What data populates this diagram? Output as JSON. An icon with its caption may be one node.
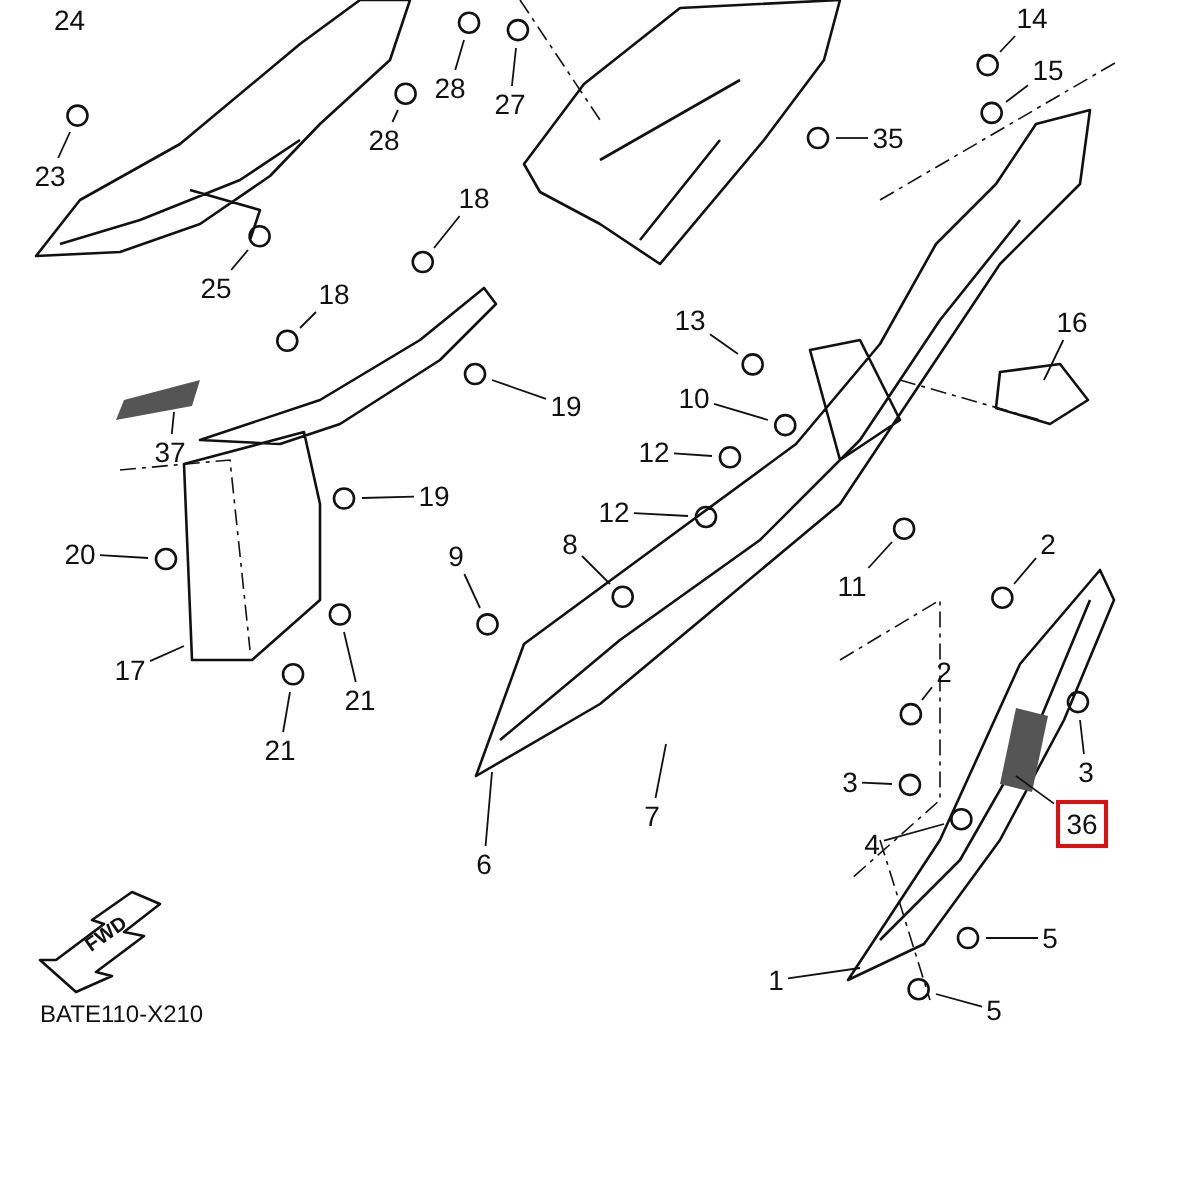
{
  "diagram": {
    "nodes": [
      {
        "text": [
          "1"
        ]
      },
      {
        "text": [
          "2"
        ]
      },
      {
        "text": [
          "2"
        ]
      },
      {
        "text": [
          "3"
        ]
      },
      {
        "text": [
          "3"
        ]
      },
      {
        "text": [
          "4"
        ]
      },
      {
        "text": [
          "5"
        ]
      },
      {
        "text": [
          "5"
        ]
      },
      {
        "text": [
          "6"
        ]
      },
      {
        "text": [
          "7"
        ]
      },
      {
        "text": [
          "8"
        ]
      },
      {
        "text": [
          "9"
        ]
      },
      {
        "text": [
          "10"
        ]
      },
      {
        "text": [
          "11"
        ]
      },
      {
        "text": [
          "12"
        ]
      },
      {
        "text": [
          "12"
        ]
      },
      {
        "text": [
          "13"
        ]
      },
      {
        "text": [
          "14"
        ]
      },
      {
        "text": [
          "15"
        ]
      },
      {
        "text": [
          "16"
        ]
      },
      {
        "text": [
          "17"
        ]
      },
      {
        "text": [
          "18"
        ]
      },
      {
        "text": [
          "18"
        ]
      },
      {
        "text": [
          "19"
        ]
      },
      {
        "text": [
          "19"
        ]
      },
      {
        "text": [
          "20"
        ]
      },
      {
        "text": [
          "21"
        ]
      },
      {
        "text": [
          "21"
        ]
      },
      {
        "text": [
          "23"
        ]
      },
      {
        "text": [
          "25"
        ]
      },
      {
        "text": [
          "27"
        ]
      },
      {
        "text": [
          "28"
        ]
      },
      {
        "text": [
          "28"
        ]
      },
      {
        "text": [
          "35"
        ]
      },
      {
        "text": [
          "36"
        ]
      },
      {
        "text": [
          "37"
        ]
      }
    ],
    "edges": [
      {
        "from": 0,
        "to": null,
        "arrow": "none"
      },
      {
        "from": 1,
        "to": null,
        "arrow": "none"
      },
      {
        "from": 2,
        "to": null,
        "arrow": "none"
      },
      {
        "from": 3,
        "to": null,
        "arrow": "none"
      },
      {
        "from": 4,
        "to": null,
        "arrow": "none"
      },
      {
        "from": 5,
        "to": null,
        "arrow": "none"
      },
      {
        "from": 6,
        "to": null,
        "arrow": "none"
      },
      {
        "from": 7,
        "to": null,
        "arrow": "none"
      },
      {
        "from": 8,
        "to": null,
        "arrow": "none"
      },
      {
        "from": 9,
        "to": null,
        "arrow": "none"
      },
      {
        "from": 10,
        "to": null,
        "arrow": "none"
      },
      {
        "from": 11,
        "to": null,
        "arrow": "none"
      },
      {
        "from": 12,
        "to": null,
        "arrow": "none"
      },
      {
        "from": 13,
        "to": null,
        "arrow": "none"
      },
      {
        "from": 14,
        "to": null,
        "arrow": "none"
      },
      {
        "from": 15,
        "to": null,
        "arrow": "none"
      },
      {
        "from": 16,
        "to": null,
        "arrow": "none"
      },
      {
        "from": 17,
        "to": null,
        "arrow": "none"
      },
      {
        "from": 18,
        "to": null,
        "arrow": "none"
      },
      {
        "from": 19,
        "to": null,
        "arrow": "none"
      },
      {
        "from": 20,
        "to": null,
        "arrow": "none"
      },
      {
        "from": 21,
        "to": null,
        "arrow": "none"
      },
      {
        "from": 22,
        "to": null,
        "arrow": "none"
      },
      {
        "from": 23,
        "to": null,
        "arrow": "none"
      },
      {
        "from": 24,
        "to": null,
        "arrow": "none"
      },
      {
        "from": 25,
        "to": null,
        "arrow": "none"
      },
      {
        "from": 26,
        "to": null,
        "arrow": "none"
      },
      {
        "from": 27,
        "to": null,
        "arrow": "none"
      },
      {
        "from": 28,
        "to": null,
        "arrow": "none"
      },
      {
        "from": 29,
        "to": null,
        "arrow": "none"
      },
      {
        "from": 30,
        "to": null,
        "arrow": "none"
      },
      {
        "from": 31,
        "to": null,
        "arrow": "none"
      },
      {
        "from": 32,
        "to": null,
        "arrow": "none"
      },
      {
        "from": 33,
        "to": null,
        "arrow": "none"
      },
      {
        "from": 34,
        "to": null,
        "arrow": "none"
      },
      {
        "from": 35,
        "to": null,
        "arrow": "none"
      }
    ],
    "labels": [
      "24",
      "FWD",
      "BATE110-X210"
    ]
  }
}
